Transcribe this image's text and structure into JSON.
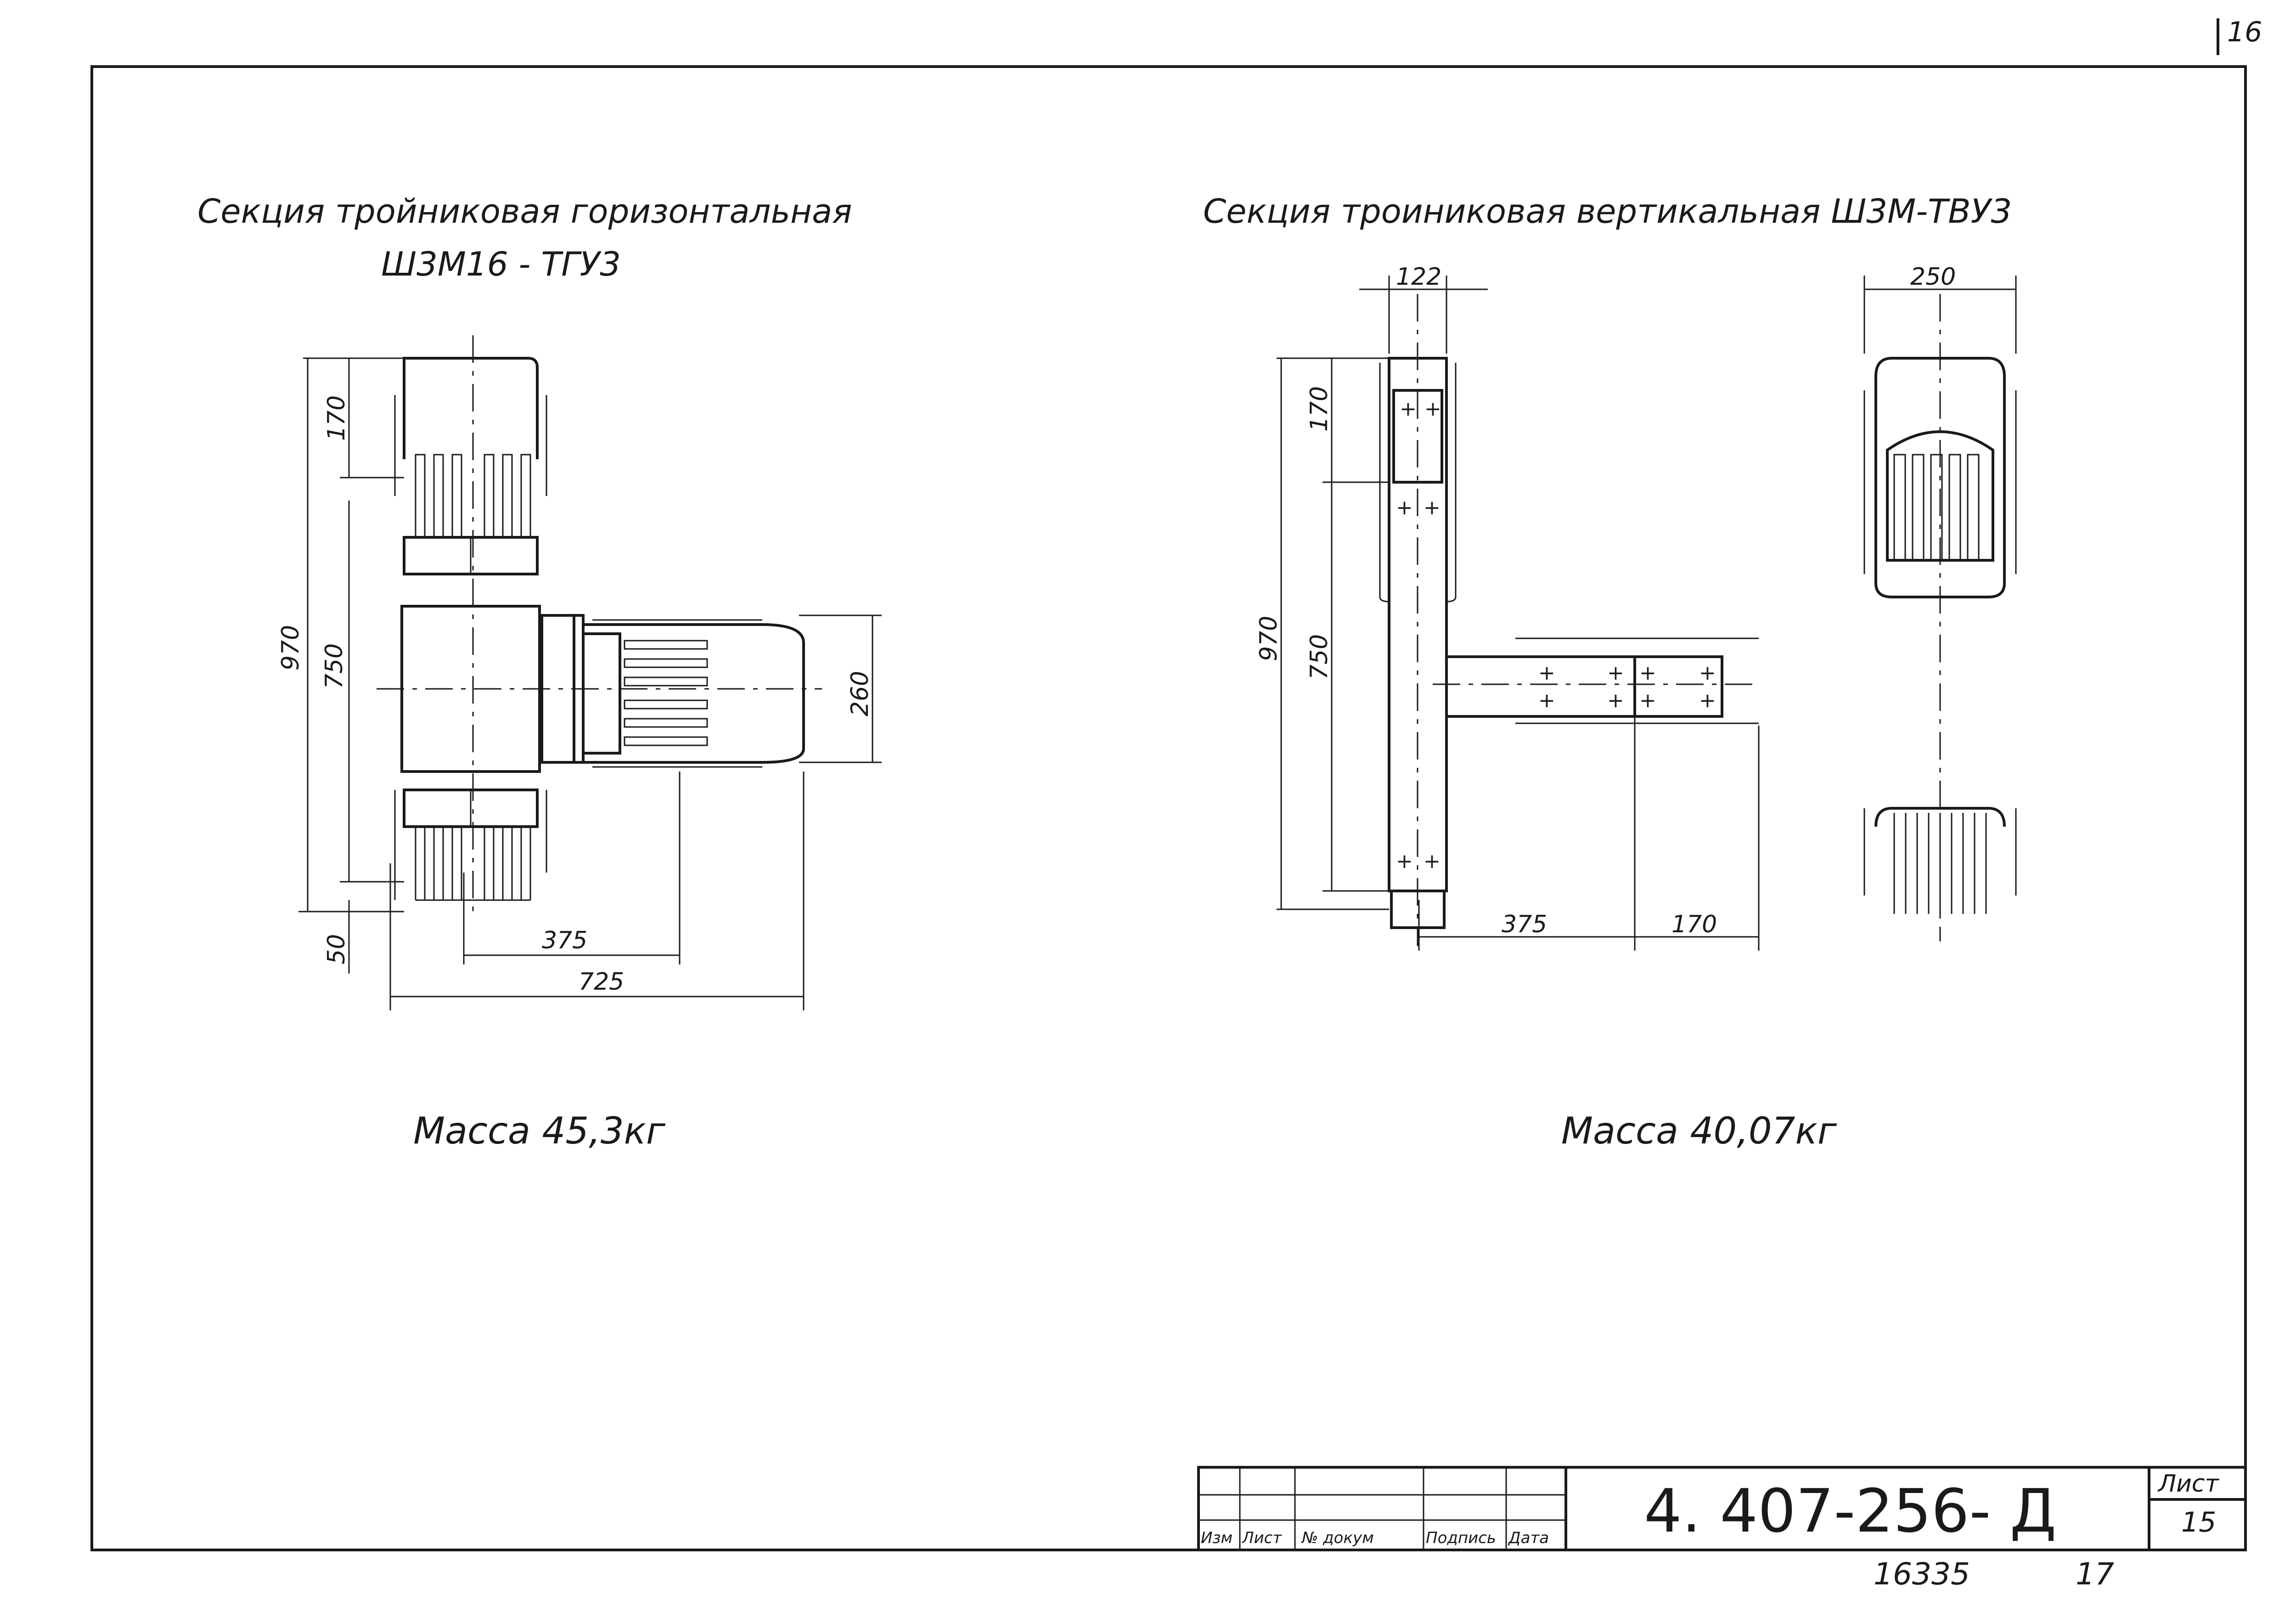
{
  "sheet_corner_number": "16",
  "left_section": {
    "title_line1": "Секция тройниковая горизонтальная",
    "title_line2": "Ш3М16 - ТГУ3",
    "dim_970": "970",
    "dim_750": "750",
    "dim_170": "170",
    "dim_50": "50",
    "dim_375": "375",
    "dim_725": "725",
    "dim_260": "260",
    "mass": "Масса 45,3кг"
  },
  "right_section": {
    "title": "Секция троиниковая  вертикальная Ш3М-ТВУ3",
    "dim_122": "122",
    "dim_250": "250",
    "dim_970": "970",
    "dim_750": "750",
    "dim_170": "170",
    "dim_375": "375",
    "dim_170_bottom": "170",
    "mass": "Масса 40,07кг"
  },
  "title_block": {
    "col_izm": "Изм",
    "col_list": "Лист",
    "col_ndokum": "№ докум",
    "col_podpis": "Подпись",
    "col_data": "Дата",
    "doc_number": "4. 407-256- Д",
    "sheet_label": "Лист",
    "sheet_number": "15"
  },
  "bottom_numbers": {
    "inventory": "16335",
    "page": "17"
  }
}
